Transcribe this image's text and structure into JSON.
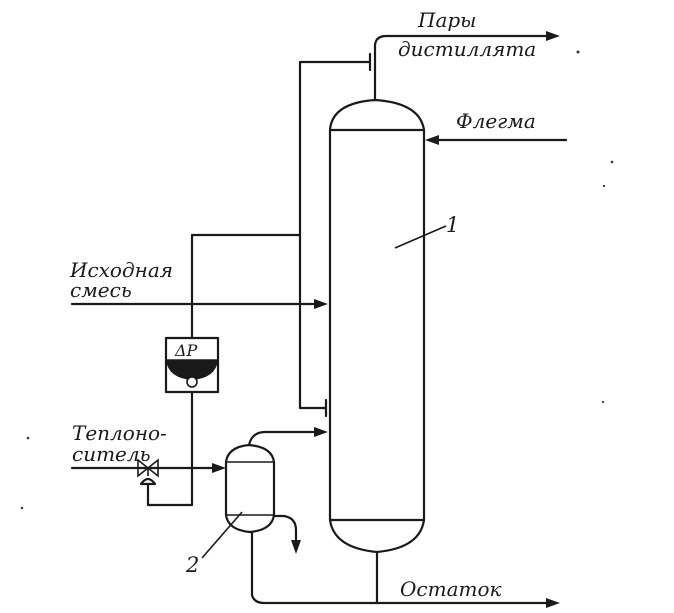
{
  "labels": {
    "vapors_line1": "Пары",
    "vapors_line2": "дистиллята",
    "reflux": "Флегма",
    "feed_line1": "Исходная",
    "feed_line2": "смесь",
    "heat_carrier_line1": "Теплоно-",
    "heat_carrier_line2": "ситель",
    "bottoms": "Остаток",
    "dp_gauge": "ΔP"
  },
  "numbers": {
    "column": "1",
    "reboiler": "2"
  }
}
